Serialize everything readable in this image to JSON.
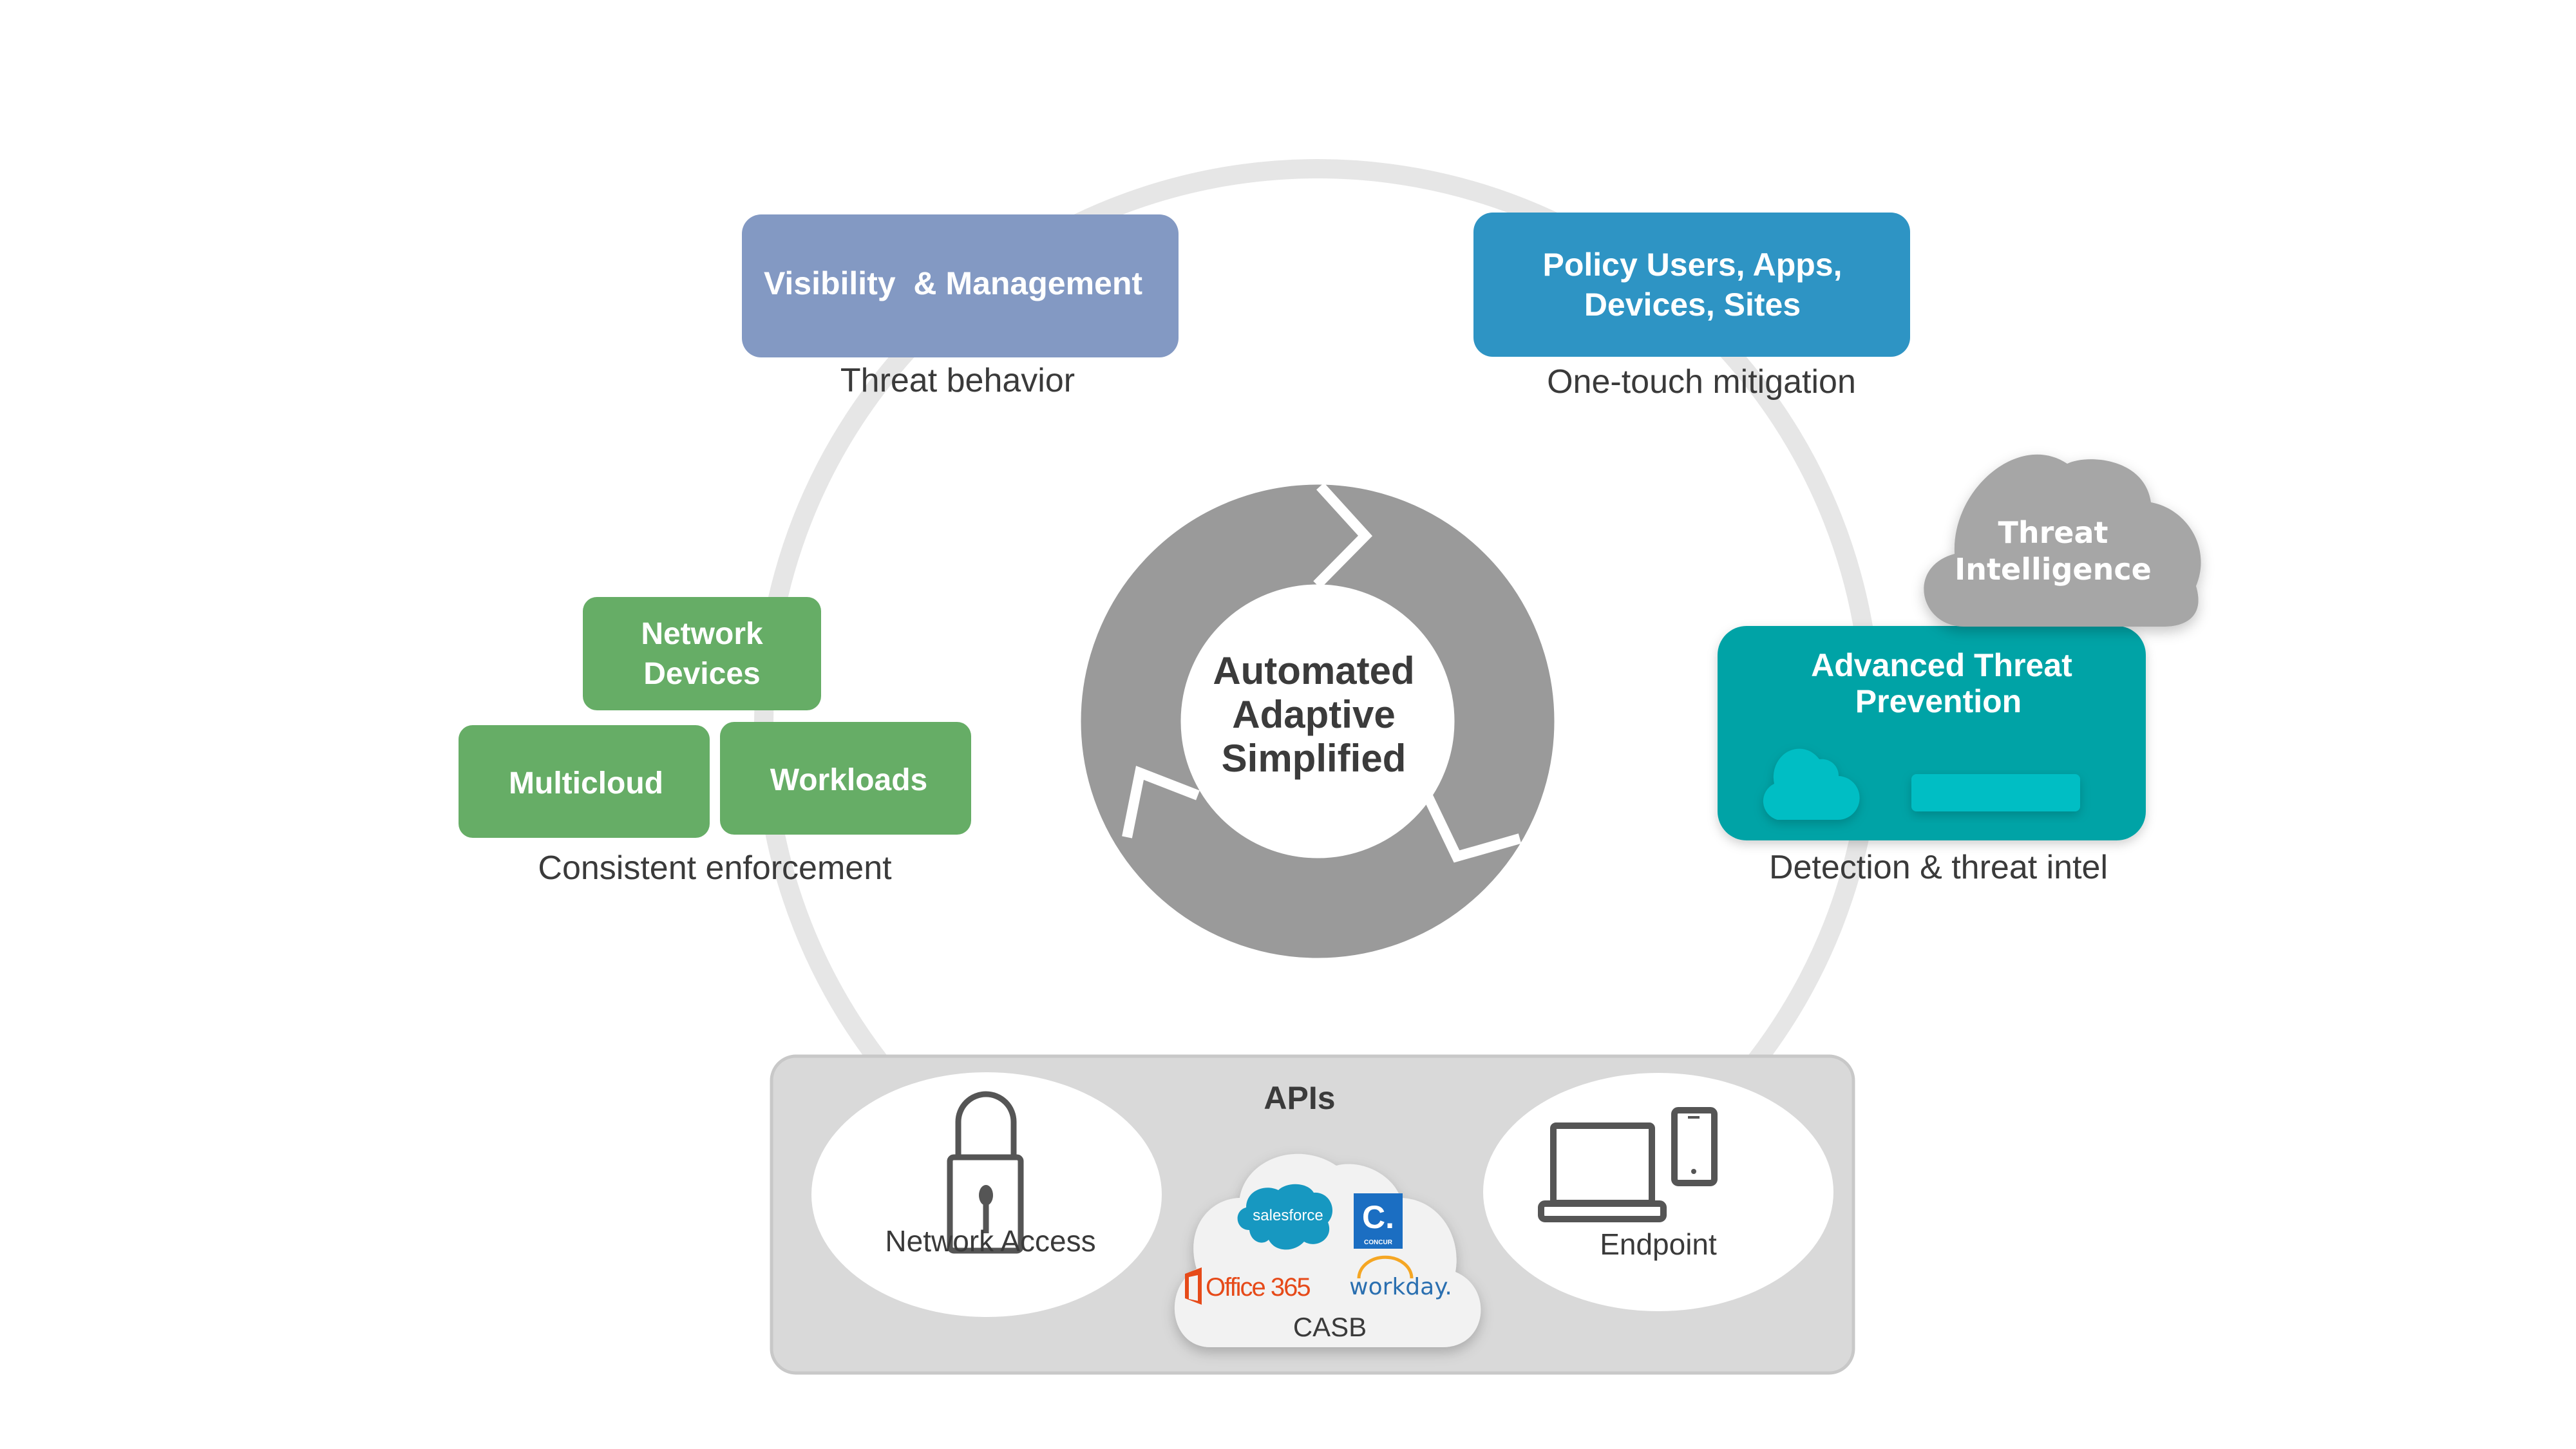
{
  "center": {
    "lines": [
      "Automated",
      "Adaptive",
      "Simplified"
    ]
  },
  "visibility": {
    "label": "Visibility  & Management",
    "caption": "Threat behavior",
    "color": "#8399c3"
  },
  "policy": {
    "lines": [
      "Policy Users, Apps,",
      "Devices, Sites"
    ],
    "caption": "One-touch mitigation",
    "color": "#2e94c4"
  },
  "enforcement": {
    "network_devices_lines": [
      "Network",
      "Devices"
    ],
    "multicloud": "Multicloud",
    "workloads": "Workloads",
    "caption": "Consistent enforcement",
    "color": "#66ad66"
  },
  "threat_intel": {
    "lines": [
      "Threat",
      "Intelligence"
    ],
    "color": "#a6a6a6"
  },
  "atp": {
    "lines": [
      "Advanced Threat",
      "Prevention"
    ],
    "caption": "Detection & threat intel",
    "color": "#00a3a6",
    "accent": "#00bec4"
  },
  "apis": {
    "title": "APIs",
    "network_access": "Network Access",
    "endpoint": "Endpoint",
    "casb": {
      "label": "CASB",
      "logos": {
        "salesforce": "salesforce",
        "concur_letter": "C.",
        "concur": "CONCUR",
        "office365": "Office 365",
        "workday": "workday."
      }
    }
  }
}
